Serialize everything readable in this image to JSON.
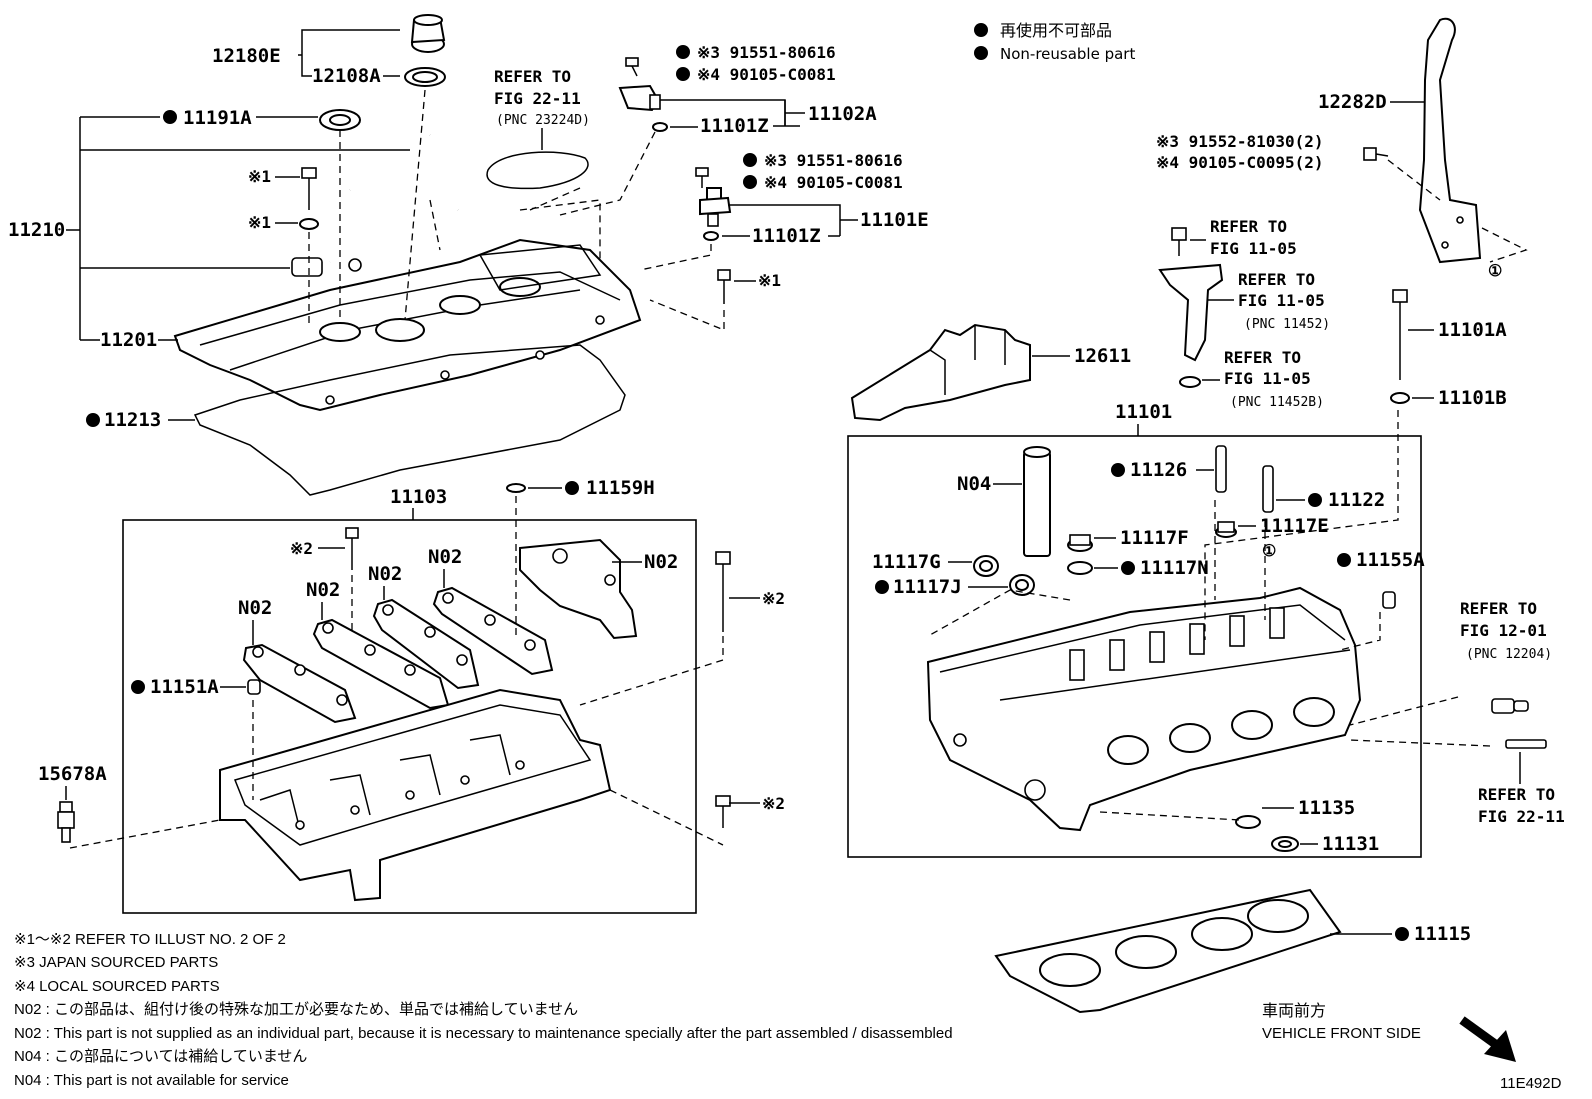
{
  "legend": {
    "nonreusable_jp": "再使用不可部品",
    "nonreusable_en": "Non-reusable part"
  },
  "parts": {
    "p12180E": "12180E",
    "p12108A": "12108A",
    "p11191A": "11191A",
    "p11210": "11210",
    "p11201": "11201",
    "p11213": "11213",
    "p11103": "11103",
    "p11159H": "11159H",
    "p11151A": "11151A",
    "p15678A": "15678A",
    "p11102A": "11102A",
    "p11101Z_a": "11101Z",
    "p11101E": "11101E",
    "p11101Z_b": "11101Z",
    "p12282D": "12282D",
    "p12611": "12611",
    "p11101": "11101",
    "p11101A": "11101A",
    "p11101B": "11101B",
    "p11126": "11126",
    "p11122": "11122",
    "p11117F": "11117F",
    "p11117E": "11117E",
    "p11117G": "11117G",
    "p11117J": "11117J",
    "p11117N": "11117N",
    "p11155A": "11155A",
    "p11135": "11135",
    "p11131": "11131",
    "p11115": "11115",
    "n02": "N02",
    "n04": "N04"
  },
  "callouts": {
    "m1": "※1",
    "m2": "※2",
    "m3_a": "※3 91551-80616",
    "m4_a": "※4 90105-C0081",
    "m3_b": "※3 91551-80616",
    "m4_b": "※4 90105-C0081",
    "m3_c": "※3 91552-81030(2)",
    "m4_c": "※4 90105-C0095(2)",
    "circle1": "①"
  },
  "refs": {
    "refer_to": "REFER TO",
    "fig_22_11": "FIG 22-11",
    "pnc_23224d": "(PNC 23224D)",
    "fig_11_05": "FIG 11-05",
    "pnc_11452": "(PNC 11452)",
    "fig_11_05b": "FIG 11-05",
    "pnc_11452b": "(PNC 11452B)",
    "fig_12_01": "FIG 12-01",
    "pnc_12204": "(PNC 12204)",
    "fig_22_11b": "FIG 22-11"
  },
  "notes": {
    "n1": "※1～※2  REFER TO ILLUST NO. 2 OF 2",
    "n2": "※3 JAPAN SOURCED PARTS",
    "n3": "※4 LOCAL SOURCED PARTS",
    "n4": "N02 : この部品は、組付け後の特殊な加工が必要なため、単品では補給していません",
    "n5": "N02 : This part is not supplied as an individual part, because it is necessary to maintenance specially after the part assembled / disassembled",
    "n6": "N04 : この部品については補給していません",
    "n7": "N04 : This part is not available for service"
  },
  "direction": {
    "jp": "車両前方",
    "en": "VEHICLE FRONT SIDE"
  },
  "figure_id": "11E492D"
}
